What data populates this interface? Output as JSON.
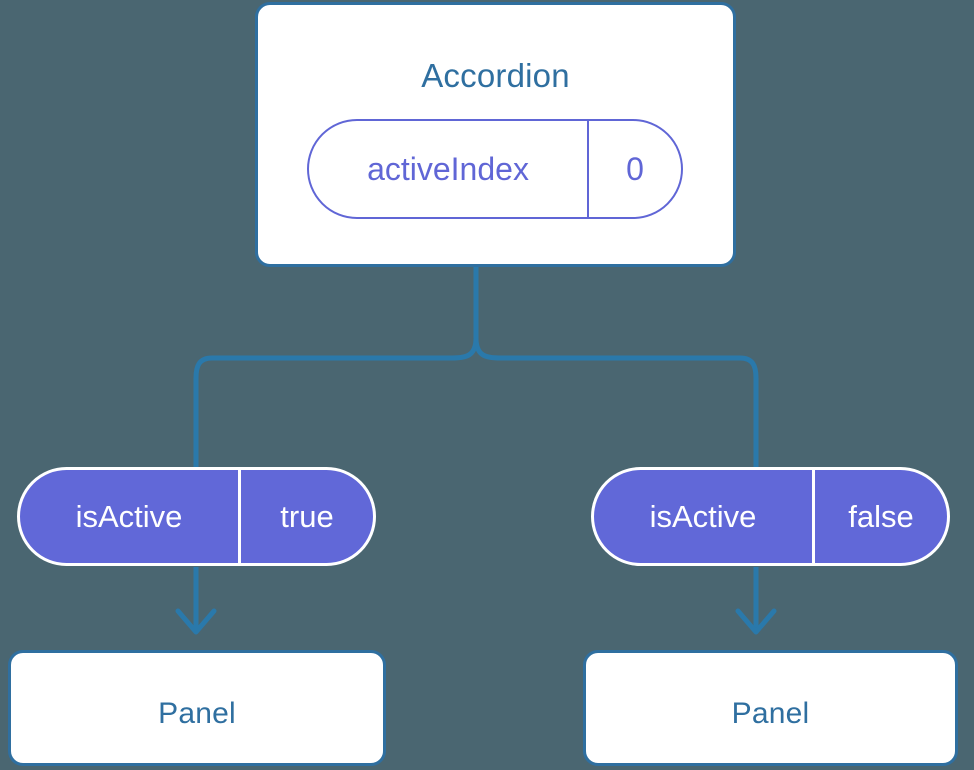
{
  "diagram": {
    "type": "component-tree",
    "background_color": "#4a6671",
    "accent_color": "#2f6fa0",
    "pill_color": "#6168d8",
    "root": {
      "title": "Accordion",
      "state": {
        "key": "activeIndex",
        "value": "0"
      }
    },
    "branches": [
      {
        "prop": {
          "key": "isActive",
          "value": "true"
        },
        "child": {
          "title": "Panel"
        }
      },
      {
        "prop": {
          "key": "isActive",
          "value": "false"
        },
        "child": {
          "title": "Panel"
        }
      }
    ]
  }
}
